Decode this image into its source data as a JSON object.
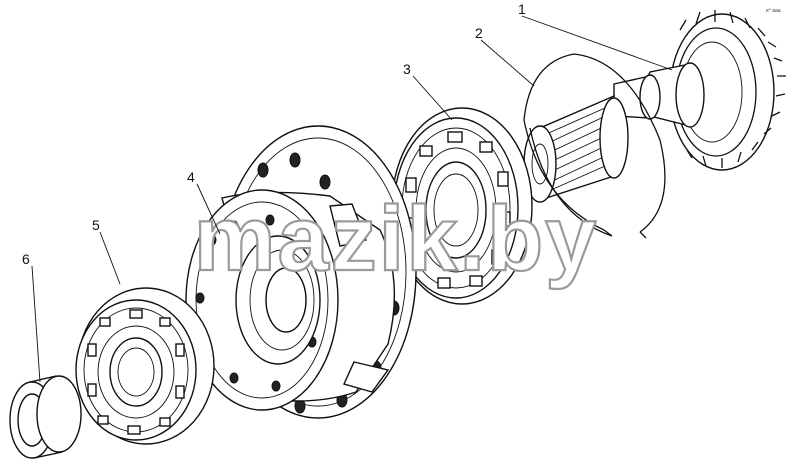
{
  "diagram": {
    "callouts": [
      {
        "id": "1",
        "label": "1"
      },
      {
        "id": "2",
        "label": "2"
      },
      {
        "id": "3",
        "label": "3"
      },
      {
        "id": "4",
        "label": "4"
      },
      {
        "id": "5",
        "label": "5"
      },
      {
        "id": "6",
        "label": "6"
      }
    ],
    "watermark": "mazik.by",
    "corner_note": "e° aaa"
  },
  "colors": {
    "line": "#111111",
    "background": "#ffffff",
    "watermark_outline": "#9a9a9a"
  }
}
